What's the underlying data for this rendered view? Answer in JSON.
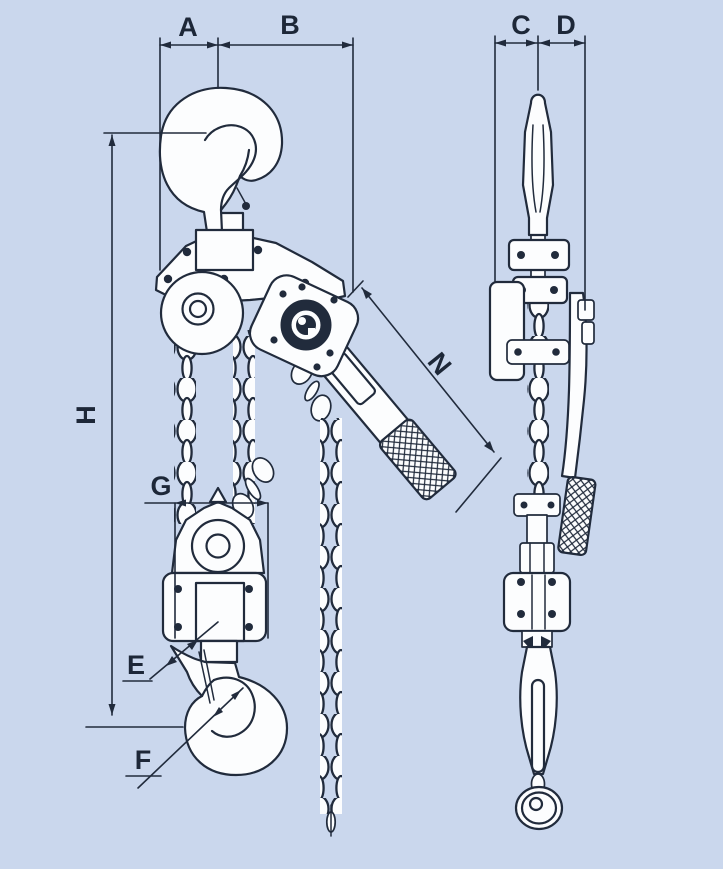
{
  "diagram": {
    "type": "technical-drawing",
    "subject": "Lever chain hoist - front and side elevation views with dimension callouts",
    "dimension_labels": {
      "a": "A",
      "b": "B",
      "c": "C",
      "d": "D",
      "e": "E",
      "f": "F",
      "g": "G",
      "h": "H",
      "n": "N"
    },
    "front_view_dimensions": [
      "A",
      "B",
      "E",
      "F",
      "G",
      "H",
      "N"
    ],
    "side_view_dimensions": [
      "C",
      "D"
    ],
    "colors": {
      "background": "#cad7ed",
      "line": "#212b3c",
      "part_fill": "#fcfdfe"
    }
  }
}
